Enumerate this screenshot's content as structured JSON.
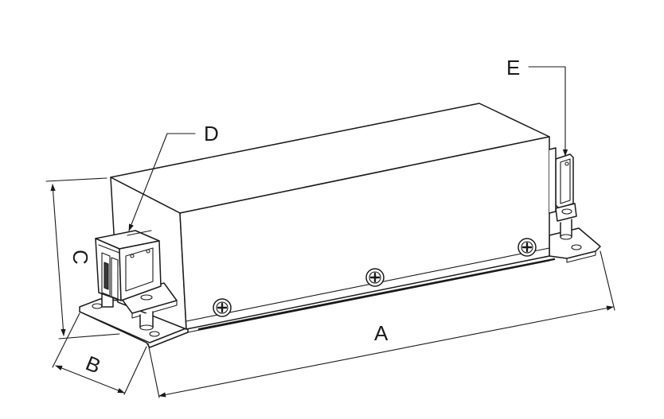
{
  "labels": {
    "dim_a": "A",
    "dim_b": "B",
    "dim_c": "C",
    "callout_d": "D",
    "callout_e": "E"
  },
  "colors": {
    "line": "#1a1a1a",
    "background": "#ffffff",
    "shadow_edge": "#3a3a3a"
  }
}
